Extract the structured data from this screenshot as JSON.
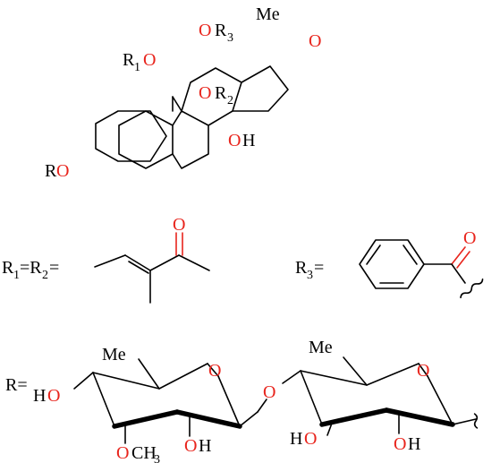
{
  "labels": {
    "me_top": "Me",
    "o_carbonyl": "O",
    "r3_o": "O",
    "r3_r": "R",
    "r3_sub": "3",
    "r1_r": "R",
    "r1_sub": "1",
    "r1_o": "O",
    "r2_o": "O",
    "r2_r": "R",
    "r2_sub": "2",
    "oh14_o": "O",
    "oh14_h": "H",
    "ro_r": "R",
    "ro_o": "O",
    "eq1_r1": "R",
    "eq1_sub1": "1",
    "eq1_eq": "=R",
    "eq1_sub2": "2",
    "eq1_eq2": "=",
    "tig_o": "O",
    "eq3_r": "R",
    "eq3_sub": "3",
    "eq3_eq": "=",
    "bz_o": "O",
    "r_eq": "R=",
    "s1_ho_h": "H",
    "s1_ho_o": "O",
    "s1_me": "Me",
    "s1_ring_o": "O",
    "s1_och3_o": "O",
    "s1_och3_c": "CH",
    "s1_och3_sub": "3",
    "s1_oh_o": "O",
    "s1_oh_h": "H",
    "link_o": "O",
    "s2_me": "Me",
    "s2_ring_o": "O",
    "s2_ho_h": "H",
    "s2_ho_o": "O",
    "s2_oh_o": "O",
    "s2_oh_h": "H"
  },
  "colors": {
    "heteroatom": "#e8241c",
    "bond": "#000000"
  }
}
